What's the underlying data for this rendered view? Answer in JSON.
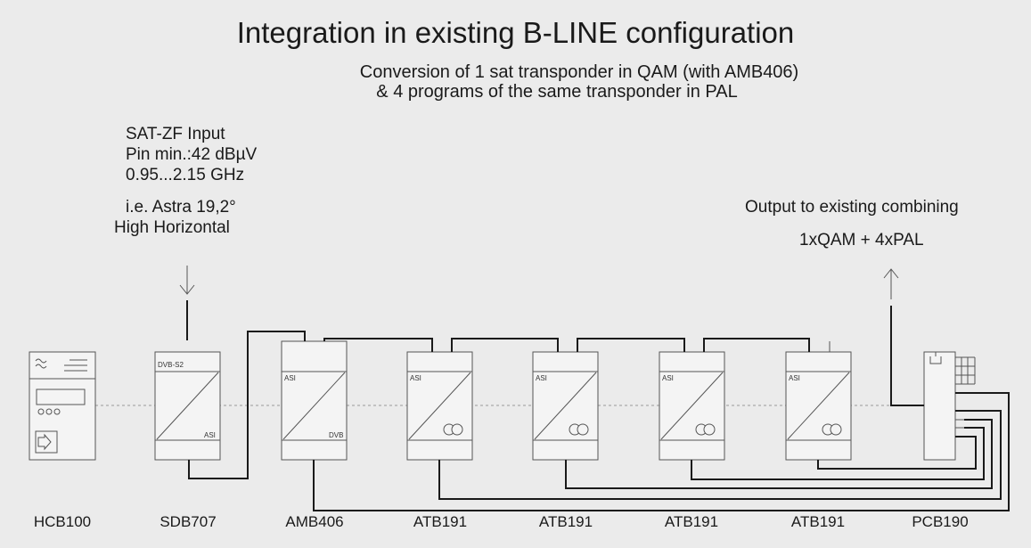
{
  "title": "Integration in existing B-LINE configuration",
  "subtitle_line1": "Conversion of 1 sat transponder in QAM (with AMB406)",
  "subtitle_line2": "& 4 programs of the same transponder in PAL",
  "input": {
    "line1": "SAT-ZF Input",
    "line2": "Pin min.:42 dBµV",
    "line3": "0.95...2.15 GHz",
    "sat_line1": "i.e. Astra 19,2°",
    "sat_line2": "High Horizontal"
  },
  "output": {
    "line1": "Output to existing combining",
    "line2": "1xQAM + 4xPAL"
  },
  "modules": [
    {
      "name": "HCB100",
      "top_port": "",
      "bottom_port": ""
    },
    {
      "name": "SDB707",
      "top_port": "DVB-S2",
      "bottom_port": "ASI"
    },
    {
      "name": "AMB406",
      "top_port": "ASI",
      "bottom_port": "DVB"
    },
    {
      "name": "ATB191",
      "top_port": "ASI",
      "bottom_port": ""
    },
    {
      "name": "ATB191",
      "top_port": "ASI",
      "bottom_port": ""
    },
    {
      "name": "ATB191",
      "top_port": "ASI",
      "bottom_port": ""
    },
    {
      "name": "ATB191",
      "top_port": "ASI",
      "bottom_port": ""
    },
    {
      "name": "PCB190",
      "top_port": "",
      "bottom_port": ""
    }
  ],
  "colors": {
    "background": "#ebebeb",
    "module_fill": "#f4f4f4",
    "line": "#1a1a1a",
    "outline": "#555555"
  }
}
